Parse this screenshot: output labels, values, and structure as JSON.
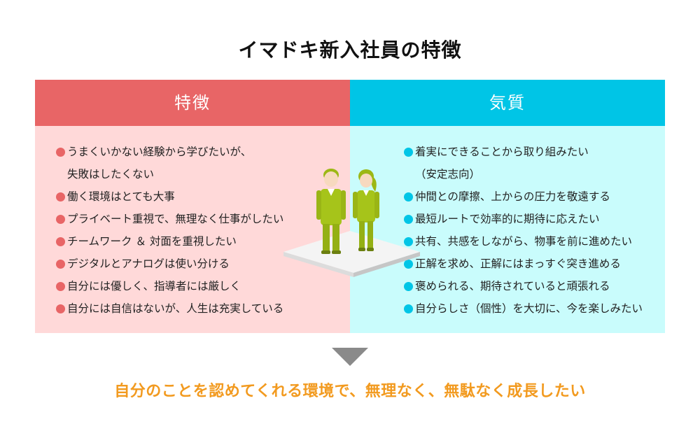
{
  "title": "イマドキ新入社員の特徴",
  "left": {
    "heading": "特徴",
    "items": [
      "うまくいかない経験から学びたいが、",
      "失敗はしたくない",
      "働く環境はとても大事",
      "プライベート重視で、無理なく仕事がしたい",
      "チームワーク ＆ 対面を重視したい",
      "デジタルとアナログは使い分ける",
      "自分には優しく、指導者には厳しく",
      "自分には自信はないが、人生は充実している"
    ]
  },
  "right": {
    "heading": "気質",
    "items": [
      "着実にできることから取り組みたい",
      "（安定志向）",
      "仲間との摩擦、上からの圧力を敬遠する",
      "最短ルートで効率的に期待に応えたい",
      "共有、共感をしながら、物事を前に進めたい",
      "正解を求め、正解にはまっすぐ突き進める",
      "褒められる、期待されていると頑張れる",
      "自分らしさ（個性）を大切に、今を楽しみたい"
    ]
  },
  "conclusion": "自分のことを認めてくれる環境で、無理なく、無駄なく成長したい",
  "colors": {
    "left_header": "#e86566",
    "left_bg": "#ffd9d9",
    "right_header": "#00c5e6",
    "right_bg": "#c9fcfc",
    "conclusion_text": "#f29a1f",
    "arrow": "#8a8a8a",
    "figure_suit": "#a6c41a"
  },
  "icons": [
    "male-employee-icon",
    "female-employee-icon",
    "platform-icon",
    "arrow-down-icon"
  ]
}
